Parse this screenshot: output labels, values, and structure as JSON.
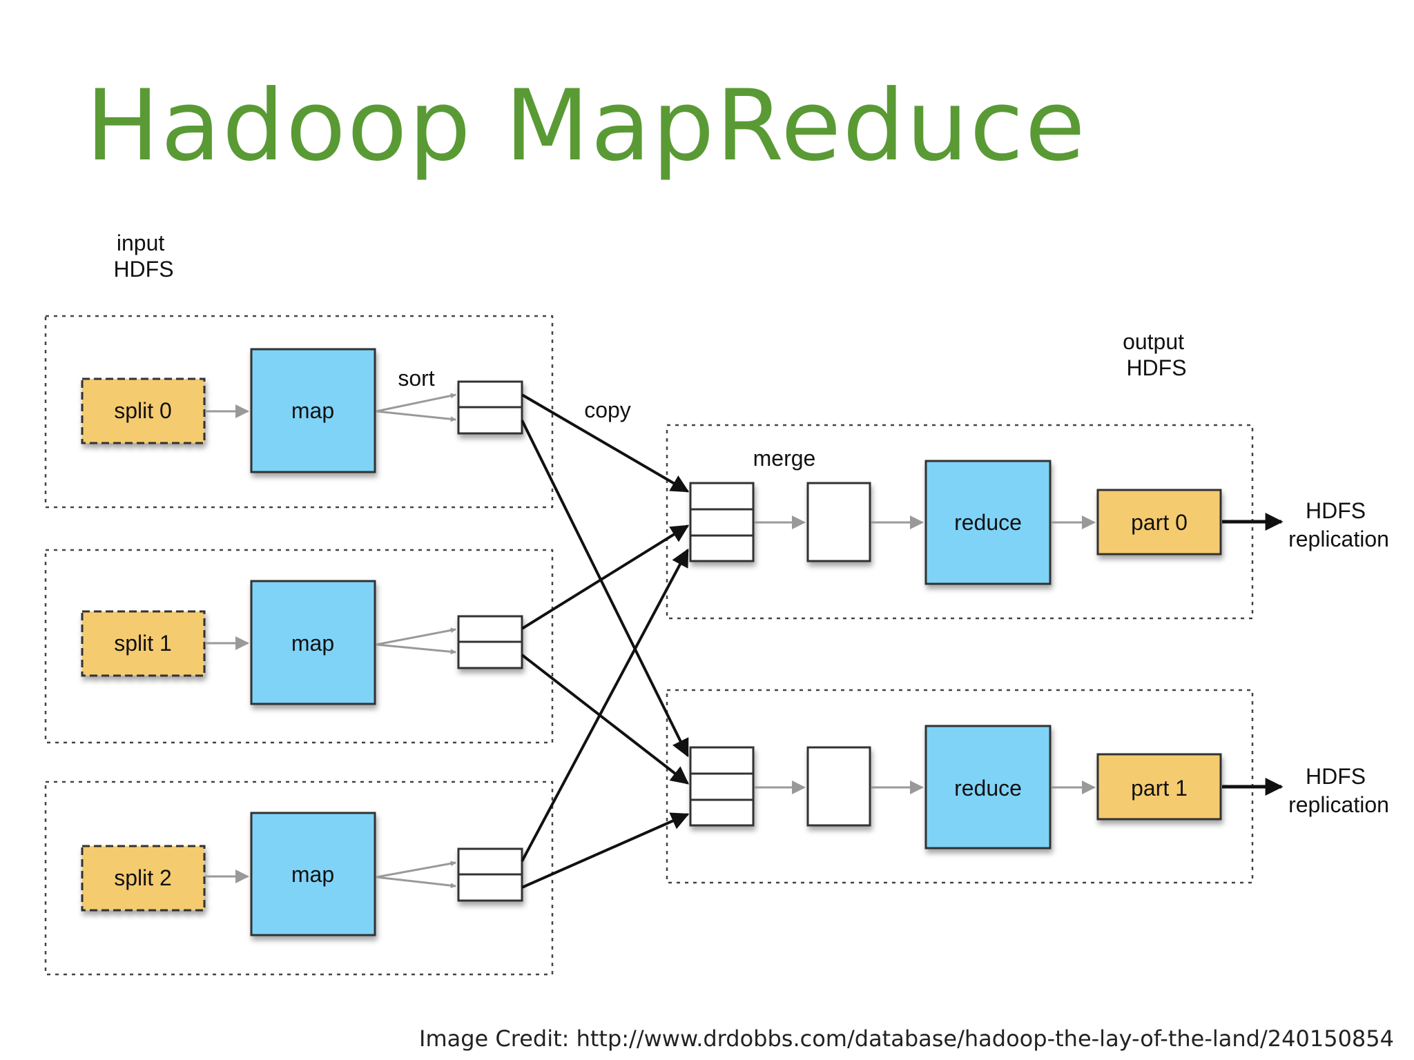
{
  "slide": {
    "title": "Hadoop MapReduce",
    "title_color": "#5a9a35",
    "credit": "Image Credit: http://www.drdobbs.com/database/hadoop-the-lay-of-the-land/240150854"
  },
  "colors": {
    "split_fill": "#f5cb6f",
    "map_fill": "#7fd3f7",
    "part_fill": "#f5cb6f",
    "gray_arrow": "#999999",
    "black_arrow": "#111111"
  },
  "labels": {
    "input_hdfs": [
      "input",
      "HDFS"
    ],
    "output_hdfs": [
      "output",
      "HDFS"
    ],
    "sort": "sort",
    "copy": "copy",
    "merge": "merge"
  },
  "map_tasks": [
    {
      "split": "split 0",
      "task": "map"
    },
    {
      "split": "split 1",
      "task": "map"
    },
    {
      "split": "split 2",
      "task": "map"
    }
  ],
  "reduce_tasks": [
    {
      "task": "reduce",
      "part": "part 0",
      "destination": [
        "HDFS",
        "replication"
      ]
    },
    {
      "task": "reduce",
      "part": "part 1",
      "destination": [
        "HDFS",
        "replication"
      ]
    }
  ]
}
